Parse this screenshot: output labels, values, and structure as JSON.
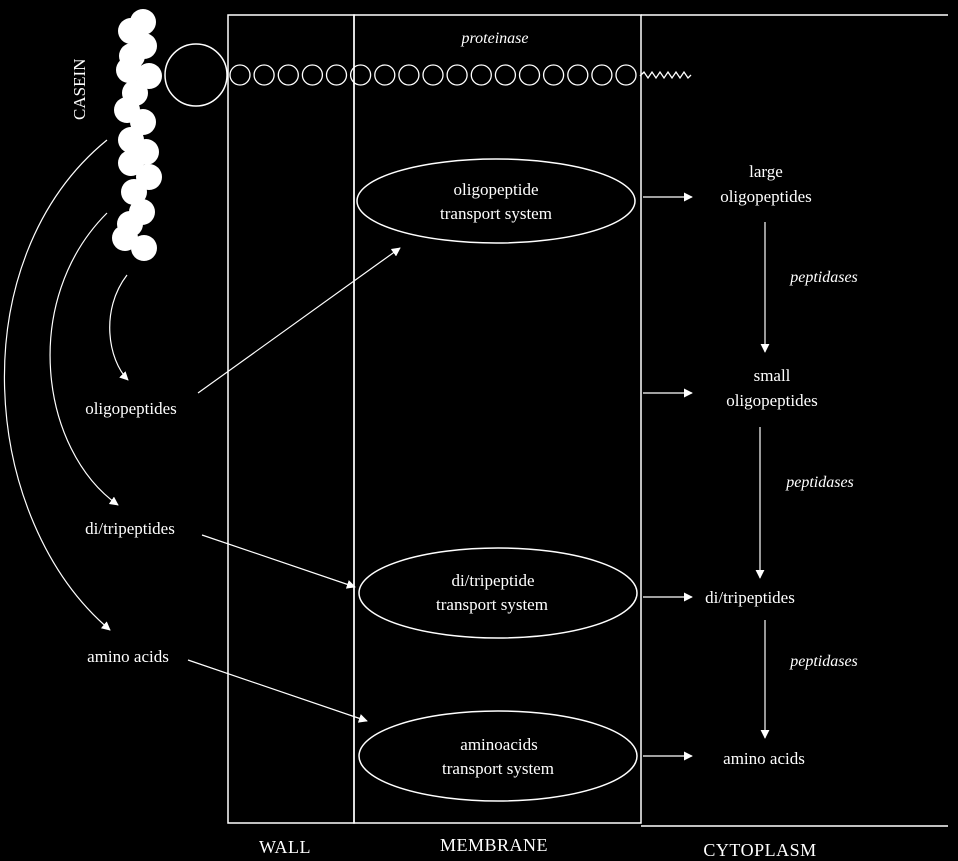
{
  "colors": {
    "background": "#000000",
    "foreground": "#ffffff"
  },
  "labels": {
    "casein": "CASEIN",
    "proteinase": "proteinase",
    "wall": "WALL",
    "membrane": "MEMBRANE",
    "cytoplasm": "CYTOPLASM"
  },
  "extracellular": {
    "oligopeptides": "oligopeptides",
    "di_tripeptides": "di/tripeptides",
    "amino_acids": "amino acids"
  },
  "transporters": {
    "oligo": {
      "line1": "oligopeptide",
      "line2": "transport system"
    },
    "ditri": {
      "line1": "di/tripeptide",
      "line2": "transport system"
    },
    "amino": {
      "line1": "aminoacids",
      "line2": "transport system"
    }
  },
  "cytoplasm": {
    "large": {
      "line1": "large",
      "line2": "oligopeptides"
    },
    "small": {
      "line1": "small",
      "line2": "oligopeptides"
    },
    "ditri": "di/tripeptides",
    "amino": "amino acids",
    "peptidases": [
      "peptidases",
      "peptidases",
      "peptidases"
    ]
  }
}
